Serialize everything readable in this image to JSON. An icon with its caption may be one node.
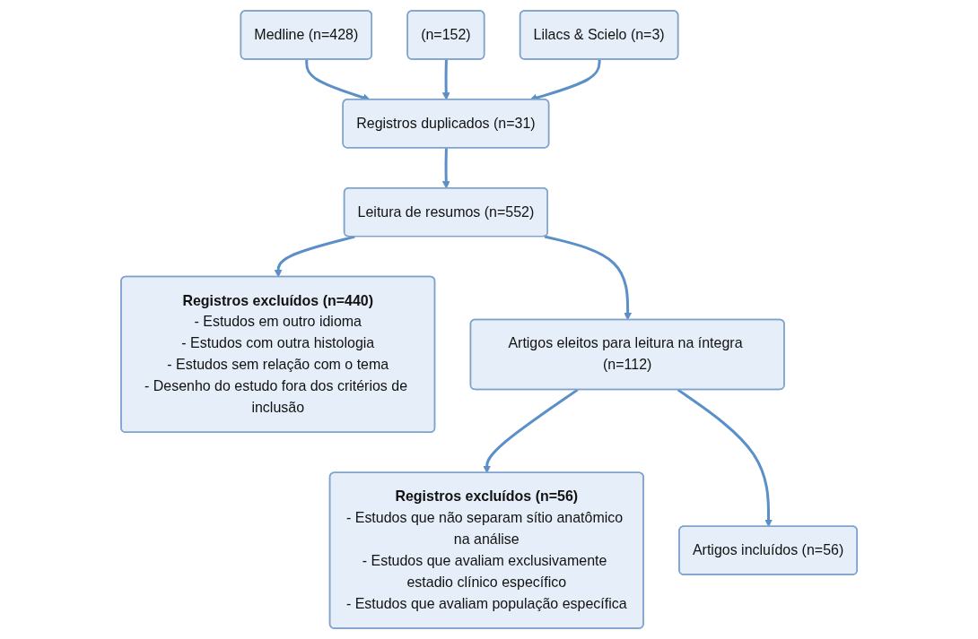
{
  "diagram": {
    "nodes": [
      {
        "text": [
          "Medline (n=428)"
        ]
      },
      {
        "text": [
          "(n=152)"
        ]
      },
      {
        "text": [
          "Lilacs & Scielo (n=3)"
        ]
      },
      {
        "text": [
          "Registros duplicados (n=31)"
        ]
      },
      {
        "text": [
          "Registros excluídos (n=440)",
          "- Estudos em outro idioma",
          "- Estudos com outra histologia",
          "- Estudos sem relação com o tema",
          "- Desenho do estudo fora dos critérios de inclusão"
        ]
      },
      {
        "text": [
          "Leitura de resumos (n=552)"
        ]
      },
      {
        "text": [
          "Artigos eleitos para leitura na íntegra (n=112)"
        ]
      },
      {
        "text": [
          "Registros excluídos (n=56)",
          "- Estudos que não separam sítio anatômico na análise",
          "- Estudos que avaliam exclusivamente estadio clínico específico",
          "- Estudos que avaliam população específica"
        ]
      },
      {
        "text": [
          "Artigos incluídos (n=56)"
        ]
      }
    ],
    "edges": [
      {
        "from": 0,
        "to": 3,
        "arrow": "to"
      },
      {
        "from": 1,
        "to": 3,
        "arrow": "to"
      },
      {
        "from": 2,
        "to": 3,
        "arrow": "to"
      },
      {
        "from": 3,
        "to": 5,
        "arrow": "to"
      },
      {
        "from": 5,
        "to": 4,
        "arrow": "to"
      },
      {
        "from": 5,
        "to": 6,
        "arrow": "to"
      },
      {
        "from": 6,
        "to": 7,
        "arrow": "to"
      },
      {
        "from": 6,
        "to": 8,
        "arrow": "to"
      }
    ]
  }
}
